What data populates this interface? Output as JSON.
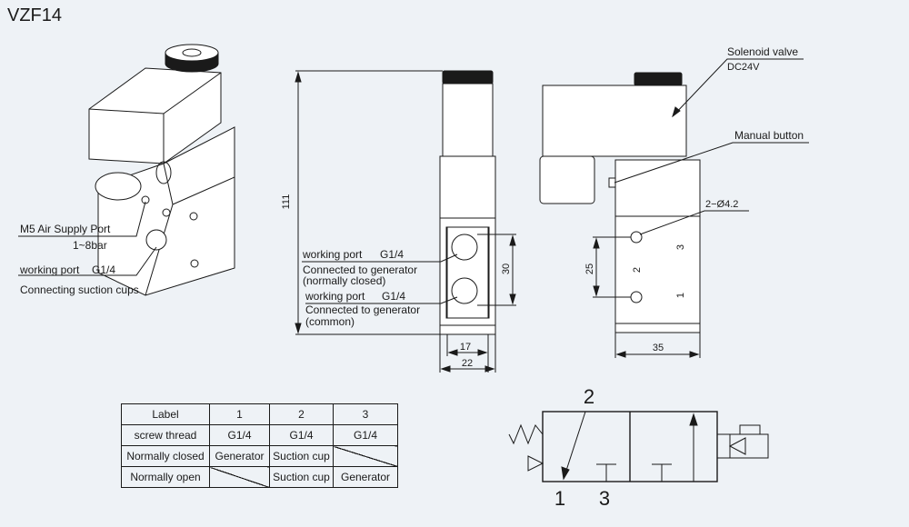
{
  "title": "VZF14",
  "iso_view": {
    "supply_port_label": "M5 Air Supply Port",
    "supply_pressure": "1~8bar",
    "working_port_label": "working port",
    "working_port_thread": "G1/4",
    "suction_label": "Connecting suction cups"
  },
  "front_view": {
    "height_dim": "111",
    "port_spacing_dim": "30",
    "width_inner_dim": "17",
    "width_outer_dim": "22",
    "port_upper_label": "working port",
    "port_upper_thread": "G1/4",
    "port_upper_desc_1": "Connected to generator",
    "port_upper_desc_2": "(normally closed)",
    "port_lower_label": "working port",
    "port_lower_thread": "G1/4",
    "port_lower_desc_1": "Connected to generator",
    "port_lower_desc_2": "(common)"
  },
  "side_view": {
    "solenoid_label": "Solenoid valve",
    "voltage": "DC24V",
    "manual_button_label": "Manual button",
    "hole_spec": "2−Ø4.2",
    "hole_spacing_dim": "25",
    "width_dim": "35",
    "port_marks": [
      "3",
      "2",
      "1"
    ]
  },
  "symbol": {
    "port_labels": [
      "2",
      "1",
      "3"
    ]
  },
  "spec_table": {
    "rows": [
      [
        "Label",
        "1",
        "2",
        "3"
      ],
      [
        "screw thread",
        "G1/4",
        "G1/4",
        "G1/4"
      ],
      [
        "Normally closed",
        "Generator",
        "Suction cup",
        ""
      ],
      [
        "Normally open",
        "",
        "Suction cup",
        "Generator"
      ]
    ]
  }
}
